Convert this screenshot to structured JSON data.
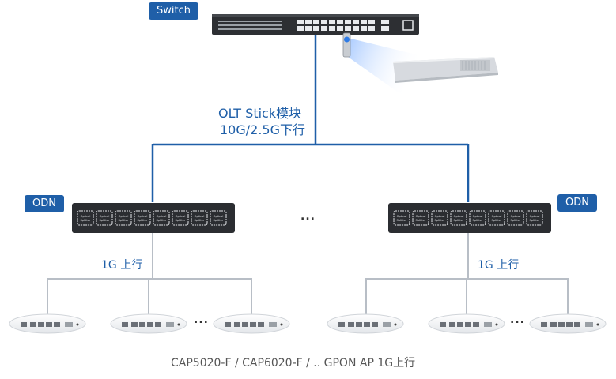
{
  "labels": {
    "switch": "Switch",
    "odn_left": "ODN",
    "odn_right": "ODN",
    "olt_line1": "OLT Stick模块",
    "olt_line2": "10G/2.5G下行",
    "uplink_left": "1G 上行",
    "uplink_right": "1G 上行",
    "ellipsis_mid": "...",
    "ellipsis_left": "...",
    "ellipsis_right": "...",
    "caption": "CAP5020-F / CAP6020-F / .. GPON AP 1G上行"
  },
  "splitter_label": "Optical Splitter",
  "colors": {
    "tag_blue": "#1f5fa8",
    "trunk_blue": "#1f5fa8",
    "branch_grey": "#b8bec6"
  }
}
